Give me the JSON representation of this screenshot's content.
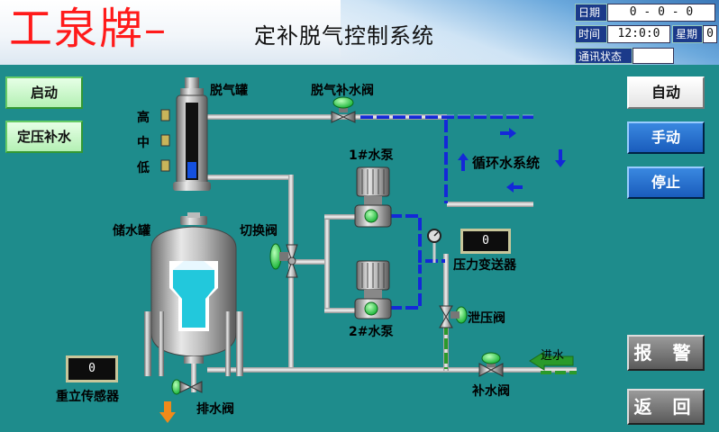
{
  "header": {
    "brand": "工泉牌",
    "title": "定补脱气控制系统",
    "date_label": "日期",
    "date_value": "0  - 0 - 0",
    "time_label": "时间",
    "time_value": "12:0:0",
    "weekday_label": "星期",
    "weekday_value": "0",
    "comm_label": "通讯状态"
  },
  "left_buttons": {
    "start": "启动",
    "const_pressure": "定压补水"
  },
  "right_buttons": {
    "auto": "自动",
    "manual": "手动",
    "stop": "停止",
    "alarm": "报 警",
    "back": "返 回"
  },
  "labels": {
    "degas_tank": "脱气罐",
    "degas_valve": "脱气补水阀",
    "level_high": "高",
    "level_mid": "中",
    "level_low": "低",
    "pump1": "1#水泵",
    "pump2": "2#水泵",
    "circulation": "循环水系统",
    "storage_tank": "储水罐",
    "switch_valve": "切换阀",
    "pressure_transmitter": "压力变送器",
    "relief_valve": "泄压阀",
    "inlet": "进水",
    "makeup_valve": "补水阀",
    "weight_sensor": "重立传感器",
    "drain_valve": "排水阀"
  },
  "readouts": {
    "pressure_value": "0",
    "weight_value": "0"
  },
  "colors": {
    "background": "#1e8c8c",
    "brand_red": "#ff1a1a",
    "pipe_blue": "#1428d8",
    "valve_green": "#22dd44",
    "water_cyan": "#22c8dc",
    "inlet_green": "#2a9a2a"
  },
  "icons": {
    "flow_arrow": "arrow",
    "drain_arrow": "down-arrow-orange"
  }
}
